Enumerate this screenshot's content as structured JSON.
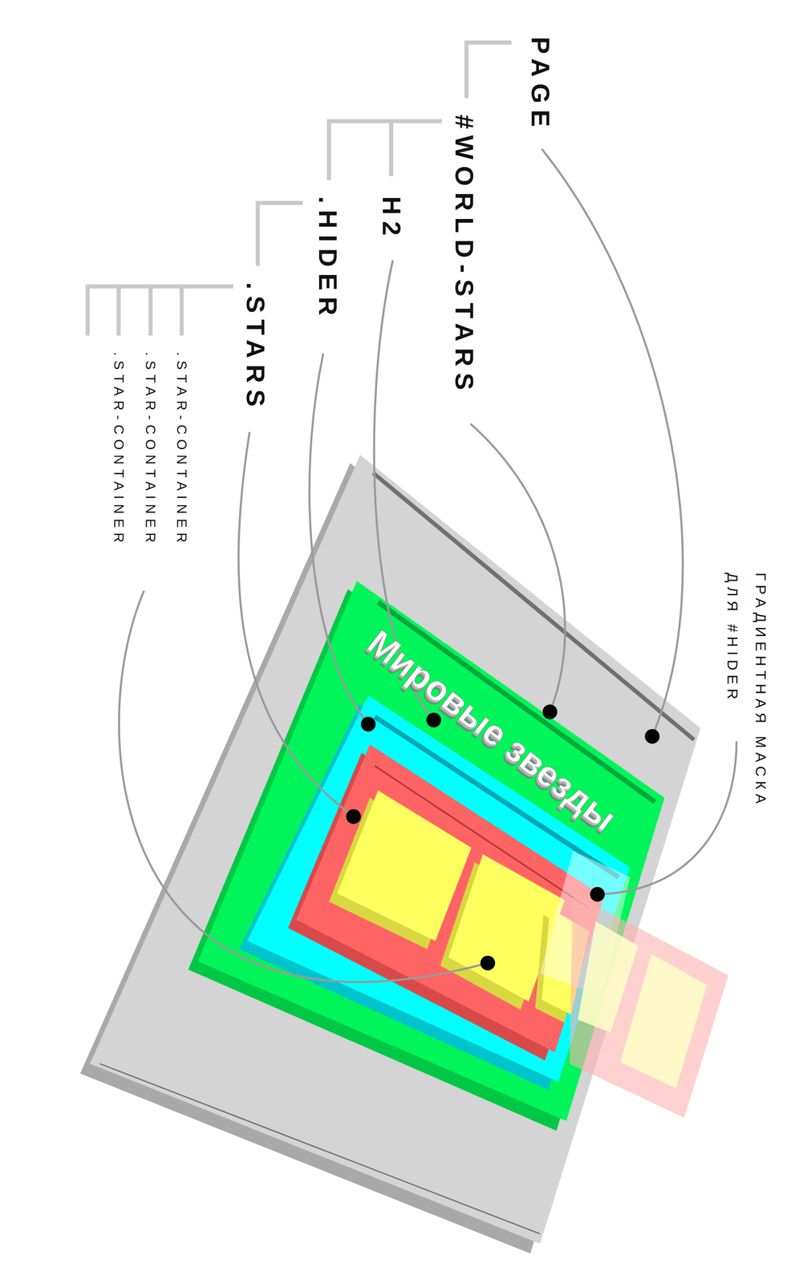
{
  "diagram": {
    "labels": [
      "PAGE",
      "#WORLD-STARS",
      "H2",
      ".HIDER",
      ".STARS",
      ".STAR-CONTAINER",
      ".STAR-CONTAINER",
      ".STAR-CONTAINER",
      "Мировые звезды",
      "ГРАДИЕНТНАЯ МАСКА ДЛЯ #HIDER"
    ]
  }
}
